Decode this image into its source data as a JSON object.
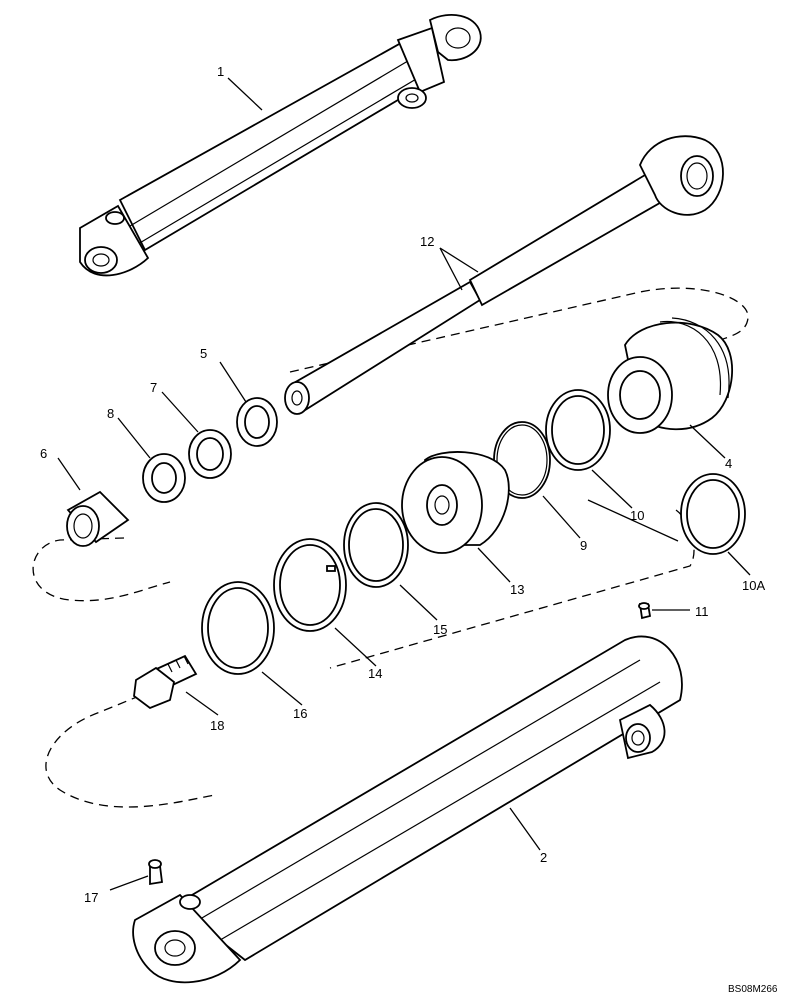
{
  "diagram": {
    "callouts": {
      "p1": "1",
      "p2": "2",
      "p4": "4",
      "p5": "5",
      "p6": "6",
      "p7": "7",
      "p8": "8",
      "p9": "9",
      "p10": "10",
      "p10a": "10A",
      "p11": "11",
      "p12": "12",
      "p13": "13",
      "p14": "14",
      "p15": "15",
      "p16": "16",
      "p17": "17",
      "p18": "18"
    },
    "figure_code": "BS08M266"
  }
}
